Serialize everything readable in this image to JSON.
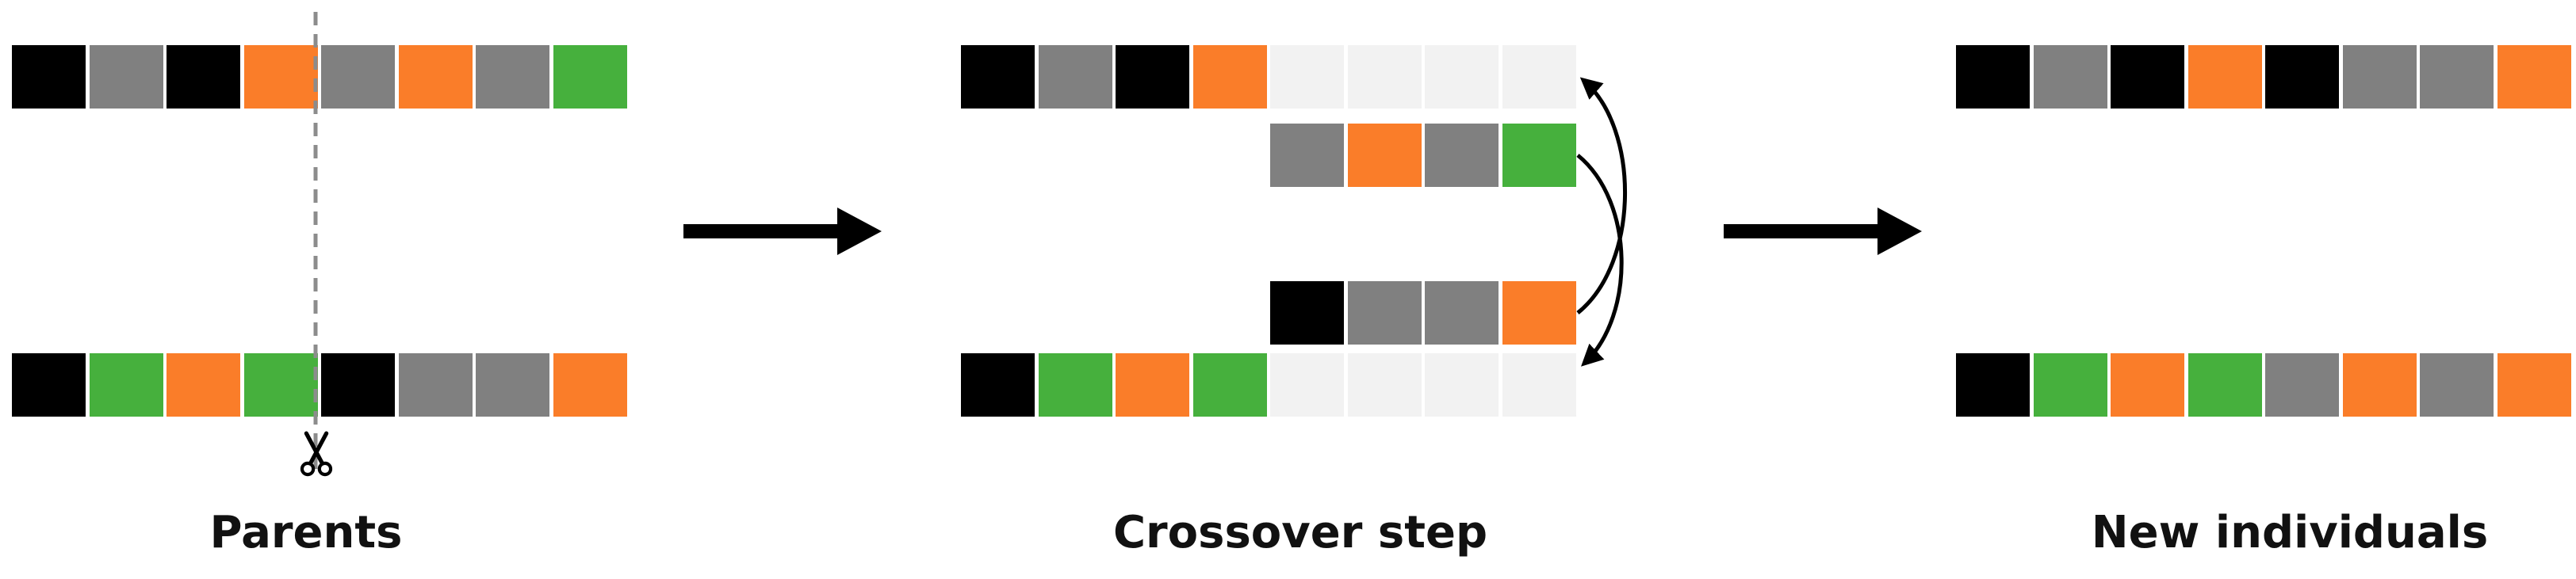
{
  "figure": {
    "type": "genetic-algorithm-crossover-diagram",
    "background": "#ffffff"
  },
  "colors": {
    "black": "#000000",
    "gray": "#808080",
    "orange": "#fa7d29",
    "green": "#46b03d",
    "empty": "#f2f2f2",
    "cut_line": "#8c8c8c",
    "arrow": "#000000",
    "label_text": "#111111"
  },
  "panels": {
    "parents": {
      "label": "Parents",
      "cut_point_after_gene": 4,
      "genomes": {
        "parent1": [
          "black",
          "gray",
          "black",
          "orange",
          "gray",
          "orange",
          "gray",
          "green"
        ],
        "parent2": [
          "black",
          "green",
          "orange",
          "green",
          "black",
          "gray",
          "gray",
          "orange"
        ]
      }
    },
    "crossover": {
      "label": "Crossover step",
      "rows": {
        "row_a": [
          "black",
          "gray",
          "black",
          "orange",
          "empty",
          "empty",
          "empty",
          "empty"
        ],
        "row_b": [
          "gray",
          "orange",
          "gray",
          "green"
        ],
        "row_c": [
          "black",
          "gray",
          "gray",
          "orange"
        ],
        "row_d": [
          "black",
          "green",
          "orange",
          "green",
          "empty",
          "empty",
          "empty",
          "empty"
        ]
      }
    },
    "new_individuals": {
      "label": "New individuals",
      "genomes": {
        "child1": [
          "black",
          "gray",
          "black",
          "orange",
          "black",
          "gray",
          "gray",
          "orange"
        ],
        "child2": [
          "black",
          "green",
          "orange",
          "green",
          "gray",
          "orange",
          "gray",
          "orange"
        ]
      }
    }
  },
  "icons": {
    "scissors": "scissors-icon",
    "flow_arrow": "right-arrow-icon",
    "swap_up": "curved-swap-arrow-up",
    "swap_down": "curved-swap-arrow-down"
  }
}
